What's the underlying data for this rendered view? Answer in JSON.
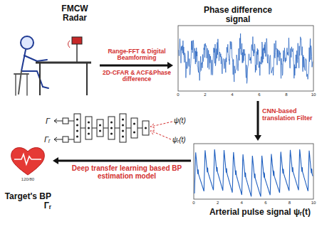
{
  "diagram": {
    "nodes": [
      {
        "text": [
          "FMCW Radar"
        ]
      },
      {
        "text": [
          "Phase difference signal"
        ]
      },
      {
        "text": [
          "Arterial pulse signal ψᵣ(t)"
        ]
      },
      {
        "text": [
          "120/80",
          "Target's BP Γᵣ"
        ]
      }
    ],
    "edges": [
      {
        "from": 0,
        "to": 1,
        "arrow": "to",
        "label": "Range-FFT & Digital Beamforming"
      },
      {
        "from": 1,
        "to": 2,
        "arrow": "to",
        "label": "CNN-based translation Filter"
      },
      {
        "from": 2,
        "to": 3,
        "arrow": "to",
        "label": "Deep transfer learning based BP estimation model"
      }
    ],
    "labels": [
      "2D-CFAR & ACF&Phase difference",
      "Γ",
      "ψ(t)",
      "Γᵣ",
      "ψᵣ(t)",
      "0",
      "2",
      "4",
      "6",
      "8",
      "10",
      "0",
      "2",
      "4",
      "6",
      "8",
      "10"
    ]
  }
}
